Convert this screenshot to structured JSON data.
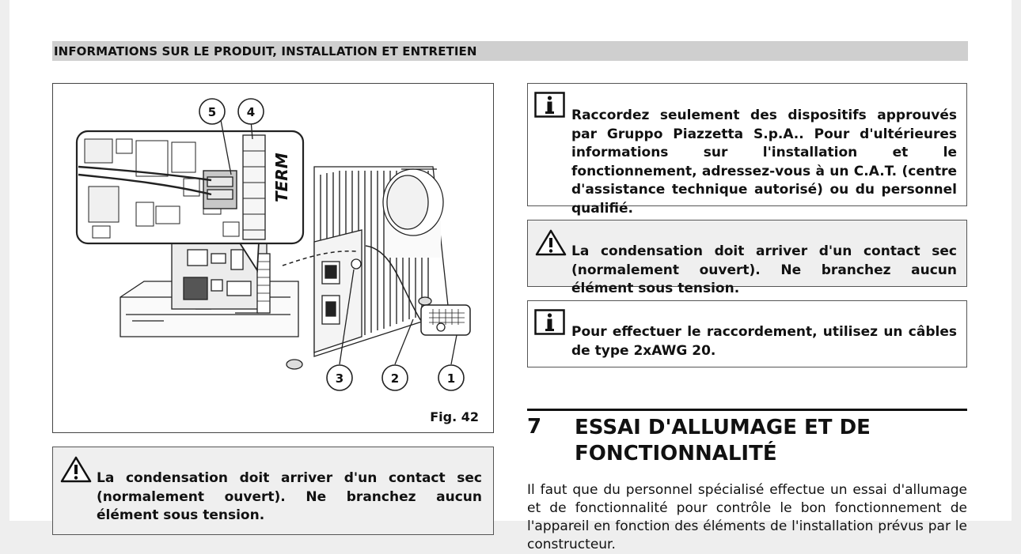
{
  "header": {
    "title": "INFORMATIONS SUR LE PRODUIT, INSTALLATION ET ENTRETIEN"
  },
  "figure": {
    "caption": "Fig. 42",
    "term_label": "TERM",
    "callouts": [
      "1",
      "2",
      "3",
      "4",
      "5"
    ]
  },
  "notes": [
    {
      "icon": "info-icon",
      "text": "Raccordez seulement des dispositifs approuvés par Gruppo Piazzetta S.p.A.. Pour d'ultérieures informations sur l'installation et le fonctionnement, adressez-vous à un C.A.T. (centre d'assistance technique autorisé) ou du personnel qualifié."
    },
    {
      "icon": "warning-icon",
      "text": "La condensation doit arriver d'un contact sec (normalement ouvert). Ne branchez aucun élément sous tension."
    },
    {
      "icon": "info-icon",
      "text": "Pour effectuer le raccordement, utilisez un câbles de type 2xAWG 20."
    },
    {
      "icon": "warning-icon",
      "text": "La condensation doit arriver d'un contact sec (normalement ouvert). Ne branchez aucun élément sous tension."
    }
  ],
  "section": {
    "number": "7",
    "title": "ESSAI D'ALLUMAGE ET DE FONCTIONNALITÉ",
    "body": "Il faut que du personnel spécialisé effectue un essai d'allumage et de fonctionnalité pour contrôle le bon fonctionnement de l'appareil en fonction des éléments de l'installation prévus par le constructeur."
  }
}
